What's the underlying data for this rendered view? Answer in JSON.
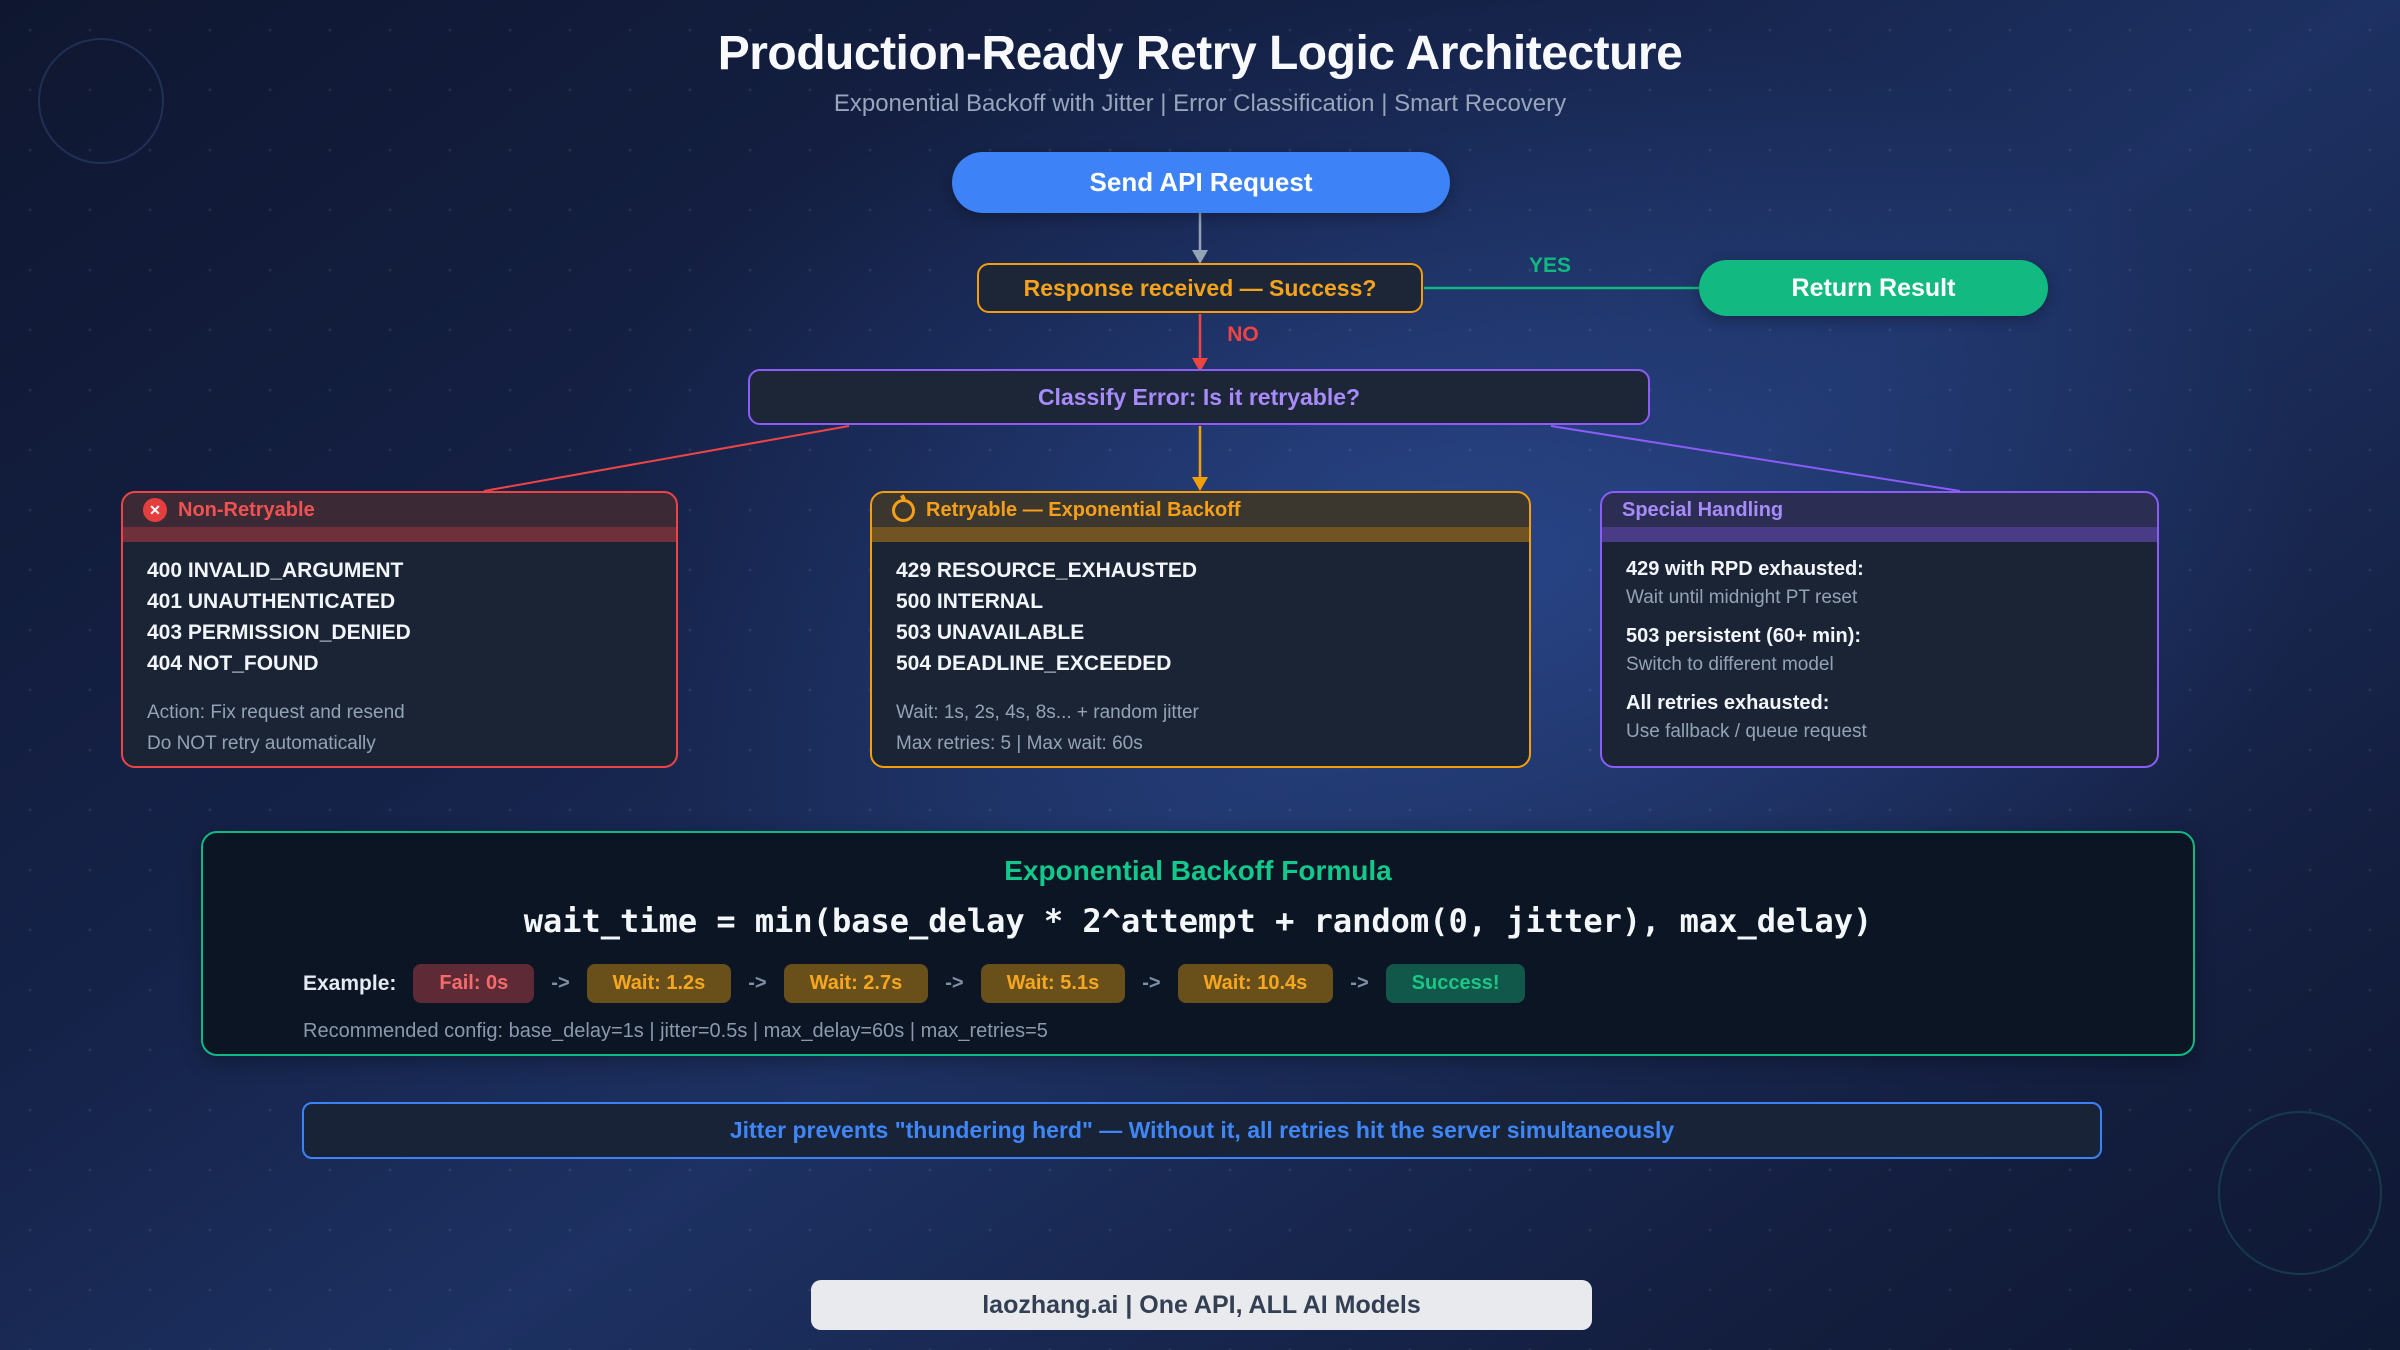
{
  "header": {
    "title": "Production-Ready Retry Logic Architecture",
    "subtitle": "Exponential Backoff with Jitter | Error Classification | Smart Recovery"
  },
  "flow": {
    "send_label": "Send API Request",
    "decision_label": "Response received — Success?",
    "yes_label": "YES",
    "no_label": "NO",
    "return_label": "Return Result",
    "classify_label": "Classify Error: Is it retryable?"
  },
  "cards": {
    "non_retryable": {
      "title": "Non-Retryable",
      "icon": "error-circle-icon",
      "icon_glyph": "✕",
      "codes": [
        "400 INVALID_ARGUMENT",
        "401 UNAUTHENTICATED",
        "403 PERMISSION_DENIED",
        "404 NOT_FOUND"
      ],
      "notes": [
        "Action: Fix request and resend",
        "Do NOT retry automatically"
      ]
    },
    "retryable": {
      "title": "Retryable — Exponential Backoff",
      "icon": "clock-icon",
      "codes": [
        "429 RESOURCE_EXHAUSTED",
        "500 INTERNAL",
        "503 UNAVAILABLE",
        "504 DEADLINE_EXCEEDED"
      ],
      "notes": [
        "Wait: 1s, 2s, 4s, 8s... + random jitter",
        "Max retries: 5 | Max wait: 60s"
      ]
    },
    "special": {
      "title": "Special Handling",
      "items": [
        {
          "heading": "429 with RPD exhausted:",
          "detail": "Wait until midnight PT reset"
        },
        {
          "heading": "503 persistent (60+ min):",
          "detail": "Switch to different model"
        },
        {
          "heading": "All retries exhausted:",
          "detail": "Use fallback / queue request"
        }
      ]
    }
  },
  "formula": {
    "title": "Exponential Backoff Formula",
    "code": "wait_time = min(base_delay * 2^attempt + random(0, jitter), max_delay)",
    "example_label": "Example:",
    "arrow": "->",
    "steps": [
      {
        "label": "Fail: 0s",
        "type": "fail"
      },
      {
        "label": "Wait: 1.2s",
        "type": "wait"
      },
      {
        "label": "Wait: 2.7s",
        "type": "wait"
      },
      {
        "label": "Wait: 5.1s",
        "type": "wait"
      },
      {
        "label": "Wait: 10.4s",
        "type": "wait"
      },
      {
        "label": "Success!",
        "type": "success"
      }
    ],
    "config": "Recommended config: base_delay=1s | jitter=0.5s | max_delay=60s | max_retries=5"
  },
  "note": "Jitter prevents \"thundering herd\" — Without it, all retries hit the server simultaneously",
  "footer": "laozhang.ai | One API, ALL AI Models",
  "colors": {
    "background": "#152248",
    "blue": "#3d82f7",
    "green": "#10b981",
    "orange": "#f59e0b",
    "red": "#ef4444",
    "purple": "#8b5cf6",
    "note_blue": "#3f86f7"
  }
}
